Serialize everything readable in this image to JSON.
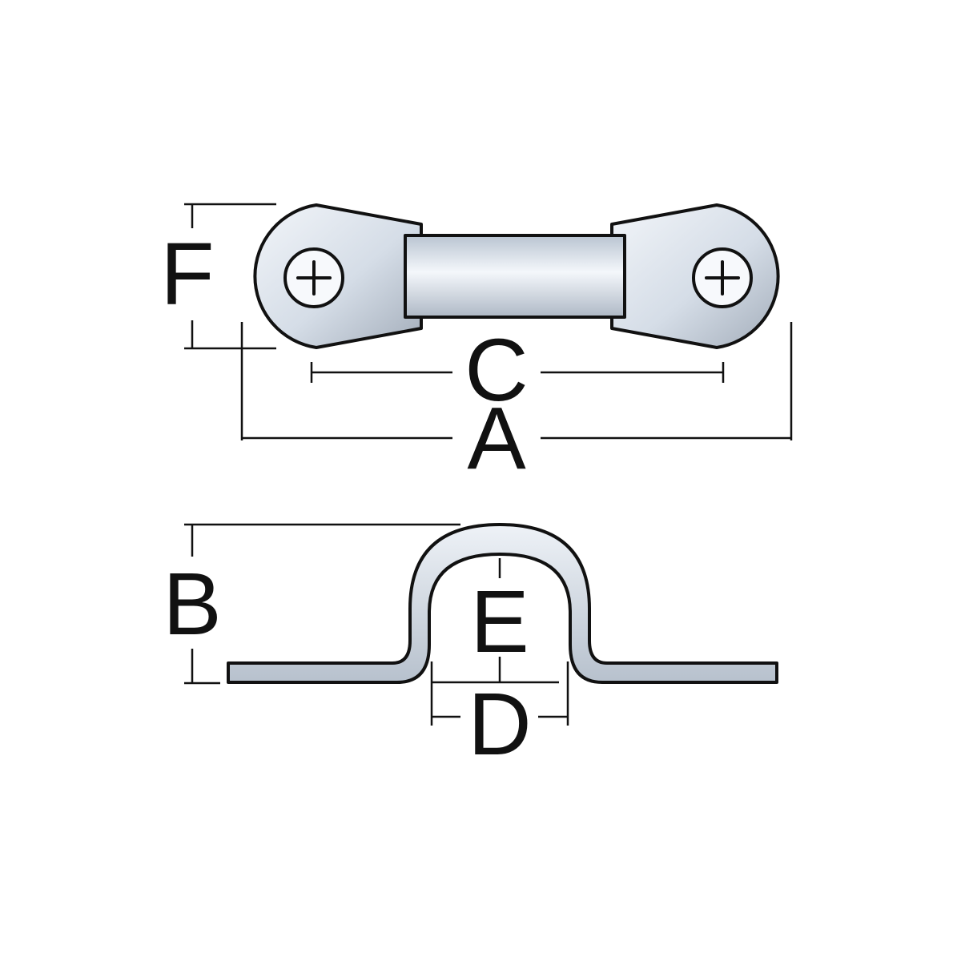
{
  "labels": {
    "a": "A",
    "b": "B",
    "c": "C",
    "d": "D",
    "e": "E",
    "f": "F"
  },
  "colors": {
    "line": "#111111",
    "metal_light": "#f4f7fb",
    "metal_mid": "#c9d3df",
    "metal_dark": "#9ea8b4",
    "background": "#ffffff"
  },
  "icons": {
    "screw_left": "phillips-screw-icon",
    "screw_right": "phillips-screw-icon"
  }
}
